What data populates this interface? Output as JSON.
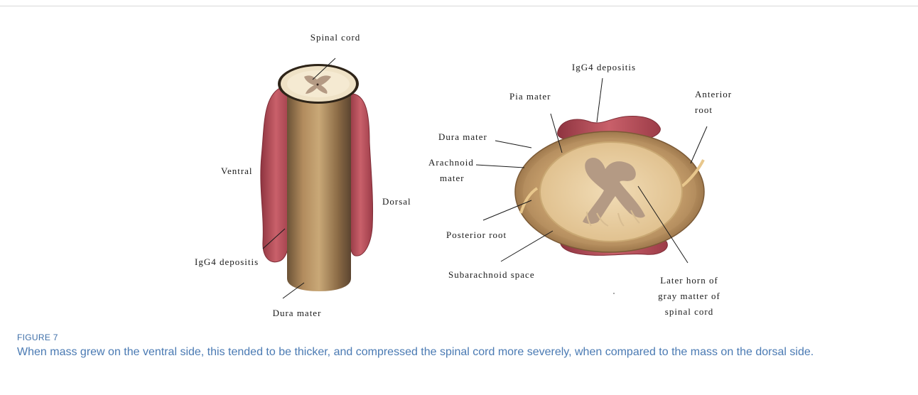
{
  "figure": {
    "left_labels": {
      "spinal_cord": "Spinal cord",
      "ventral": "Ventral",
      "dorsal": "Dorsal",
      "igg4": "IgG4 depositis",
      "dura": "Dura mater"
    },
    "right_labels": {
      "igg4": "IgG4 depositis",
      "pia": "Pia mater",
      "anterior_root_1": "Anterior",
      "anterior_root_2": "root",
      "dura": "Dura mater",
      "arachnoid_1": "Arachnoid",
      "arachnoid_2": "mater",
      "posterior_root": "Posterior root",
      "subarachnoid": "Subarachnoid space",
      "later_horn_1": "Later horn of",
      "later_horn_2": "gray matter of",
      "later_horn_3": "spinal cord"
    },
    "figure_number": "FIGURE 7",
    "caption": "When mass grew on the ventral side, this tended to be thicker, and compressed the spinal cord more severely, when compared to the mass on the dorsal side."
  },
  "colors": {
    "mass": "#b8505a",
    "dura": "#a07c52",
    "cord": "#e9cfa4",
    "gray_matter": "#b49a84",
    "caption": "#4a7ab3"
  }
}
